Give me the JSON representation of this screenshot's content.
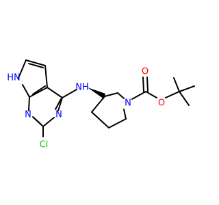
{
  "structure": {
    "atoms": {
      "nh_pyrrole": "HN",
      "n_ring_left": "N",
      "n_ring_right": "N",
      "chlorine": "Cl",
      "amine_nh": "NH",
      "piperidine_n": "N",
      "carbonyl_o": "O",
      "ester_o": "O"
    },
    "colors": {
      "bond": "#000000",
      "nitrogen": "#0000ff",
      "oxygen": "#ff0000",
      "chlorine": "#00cc00",
      "background": "#ffffff"
    }
  }
}
